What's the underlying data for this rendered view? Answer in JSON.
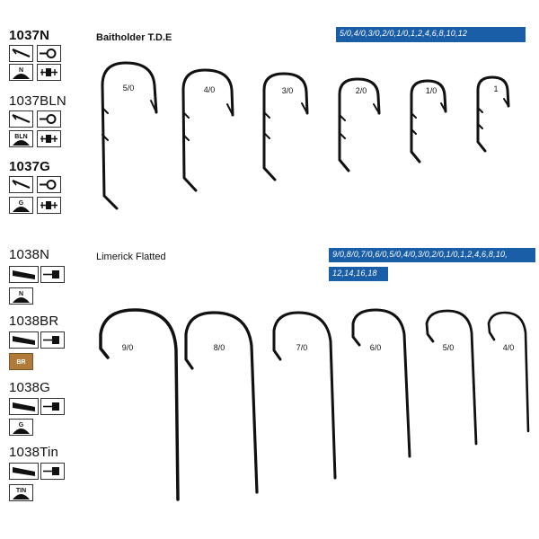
{
  "section1": {
    "title": "Baitholder T.D.E",
    "sizes": "5/0,4/0,3/0,2/0,1/0,1,2,4,6,8,10,12",
    "models": [
      {
        "code": "1037N",
        "finish": "N"
      },
      {
        "code": "1037BLN",
        "finish": "BLN"
      },
      {
        "code": "1037G",
        "finish": "G"
      }
    ],
    "hook_labels": [
      "5/0",
      "4/0",
      "3/0",
      "2/0",
      "1/0",
      "1"
    ]
  },
  "section2": {
    "title": "Limerick Flatted",
    "sizes_line1": "9/0,8/0,7/0,6/0,5/0,4/0,3/0,2/0,1/0,1,2,4,6,8,10,",
    "sizes_line2": "12,14,16,18",
    "models": [
      {
        "code": "1038N",
        "finish": "N"
      },
      {
        "code": "1038BR",
        "finish": "BR"
      },
      {
        "code": "1038G",
        "finish": "G"
      },
      {
        "code": "1038Tin",
        "finish": "TIN"
      }
    ],
    "hook_labels": [
      "9/0",
      "8/0",
      "7/0",
      "6/0",
      "5/0",
      "4/0"
    ]
  },
  "colors": {
    "accent": "#1a5ea8",
    "bronze": "#b07a3a"
  }
}
